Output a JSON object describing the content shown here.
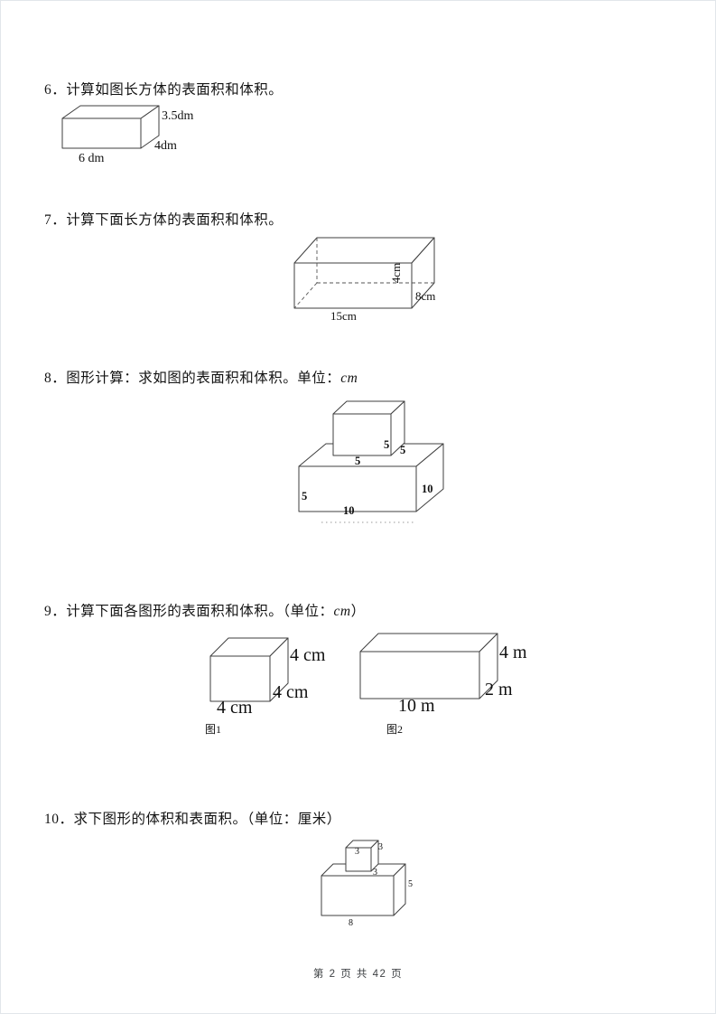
{
  "q6": {
    "title": "6．计算如图长方体的表面积和体积。",
    "labels": {
      "height": "3.5dm",
      "depth": "4dm",
      "width": "6 dm"
    }
  },
  "q7": {
    "title": "7．计算下面长方体的表面积和体积。",
    "labels": {
      "height": "4cm",
      "depth": "8cm",
      "width": "15cm"
    }
  },
  "q8": {
    "title_prefix": "8．图形计算：求如图的表面积和体积。单位：",
    "unit": "cm",
    "labels": {
      "top_height": "5",
      "top_depth": "5",
      "top_width": "5",
      "bottom_height": "5",
      "bottom_depth": "10",
      "bottom_width": "10"
    }
  },
  "q9": {
    "title_prefix": "9．计算下面各图形的表面积和体积。（单位：",
    "unit": "cm",
    "title_suffix": "）",
    "fig1": {
      "height": "4 cm",
      "depth": "4 cm",
      "width": "4 cm",
      "caption": "图1"
    },
    "fig2": {
      "height": "4 m",
      "depth": "2 m",
      "width": "10 m",
      "caption": "图2"
    }
  },
  "q10": {
    "title": "10．求下图形的体积和表面积。（单位：厘米）",
    "labels": {
      "cube_top": "3",
      "cube_depth": "3",
      "cube_bottom": "3",
      "box_height": "5",
      "box_width": "8"
    }
  },
  "footer": "第 2 页 共 42 页"
}
